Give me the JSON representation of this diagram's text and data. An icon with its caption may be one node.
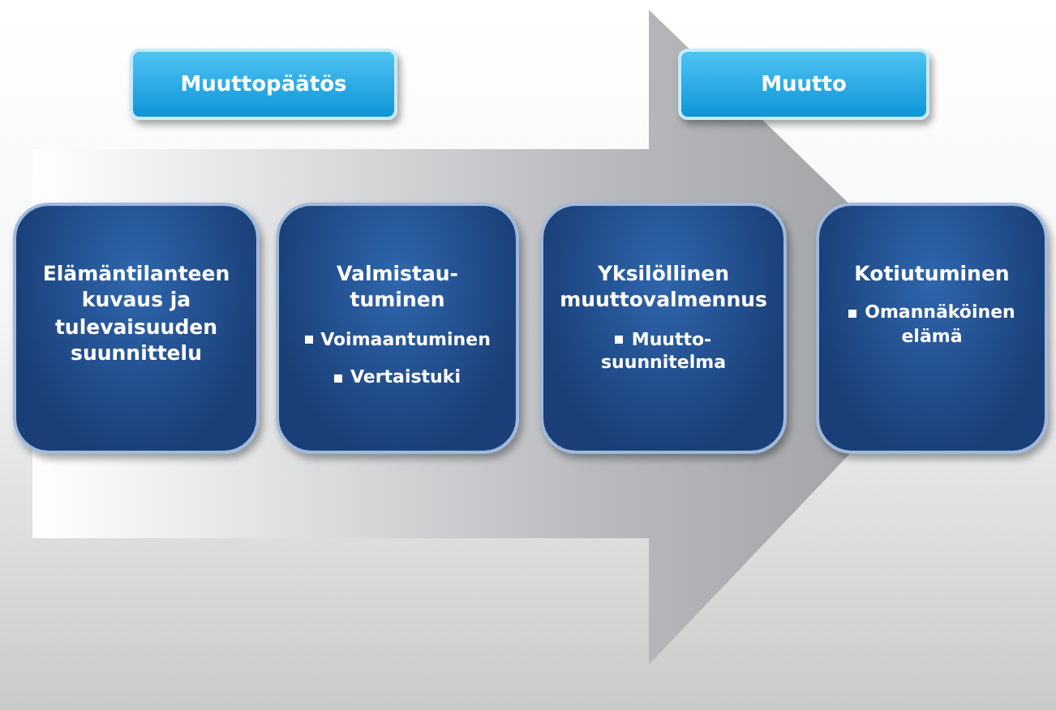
{
  "diagram": {
    "nodes": [
      {
        "text": [
          "Muuttopäätös"
        ]
      },
      {
        "text": [
          "Muutto"
        ]
      },
      {
        "text": [
          "Elämäntilanteen kuvaus ja tulevaisuuden suunnittelu"
        ]
      },
      {
        "text": [
          "Valmistau- tuminen",
          "Voimaantuminen",
          "Vertaistuki"
        ]
      },
      {
        "text": [
          "Yksilöllinen muuttovalmennus",
          "Muutto- suunnitelma"
        ]
      },
      {
        "text": [
          "Kotiutuminen",
          "Omannäköinen elämä"
        ]
      }
    ],
    "edges": [
      {
        "from": 2,
        "to": 5,
        "arrow": "to"
      }
    ]
  }
}
